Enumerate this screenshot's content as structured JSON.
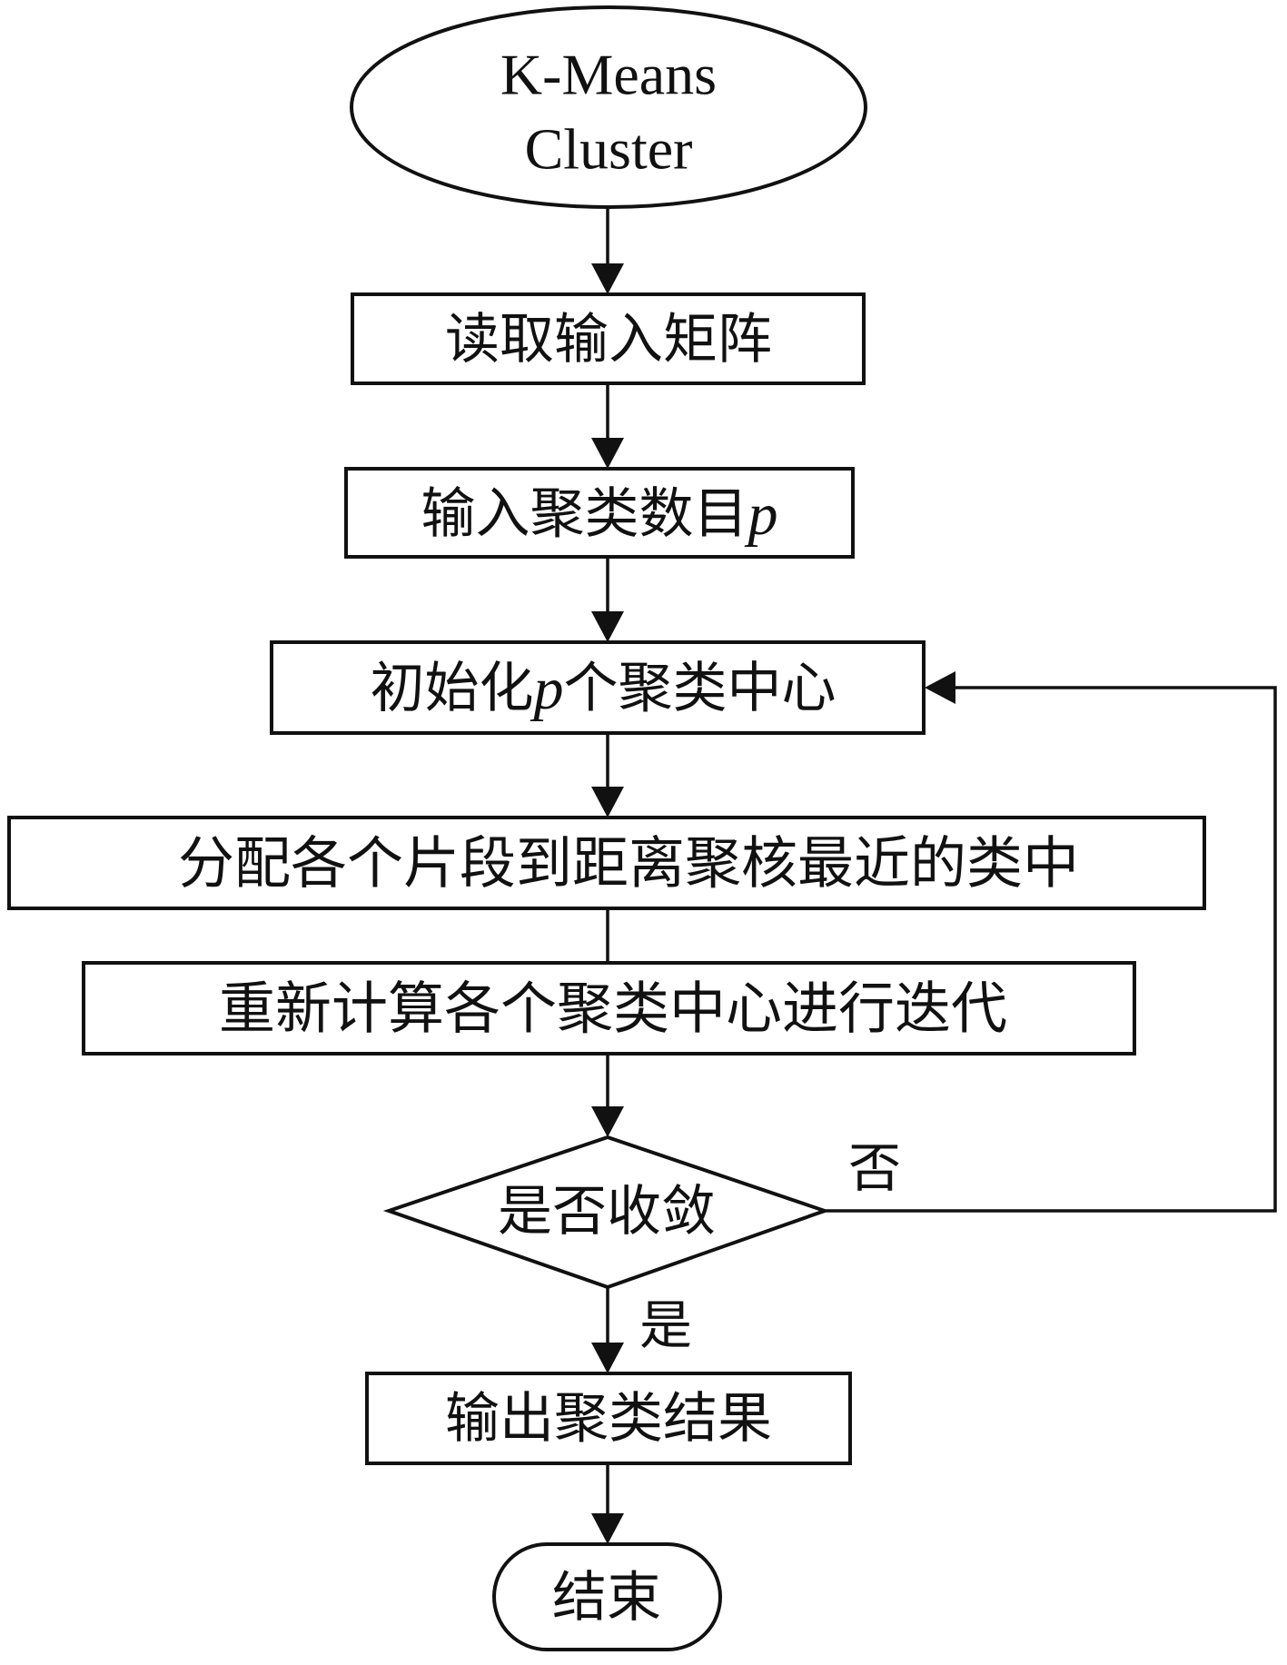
{
  "diagram": {
    "type": "flowchart",
    "title": "K-Means Cluster",
    "colors": {
      "stroke": "#111111",
      "fill": "#ffffff",
      "text": "#111111"
    },
    "nodes": {
      "start": {
        "shape": "ellipse",
        "line1": "K-Means",
        "line2": "Cluster"
      },
      "read_matrix": {
        "shape": "rectangle",
        "label": "读取输入矩阵"
      },
      "input_p": {
        "shape": "rectangle",
        "label_prefix": "输入聚类数目",
        "label_var": "p",
        "label_suffix": ""
      },
      "init_centers": {
        "shape": "rectangle",
        "label_prefix": "初始化",
        "label_var": "p",
        "label_suffix": "个聚类中心"
      },
      "assign": {
        "shape": "rectangle",
        "label": "分配各个片段到距离聚核最近的类中"
      },
      "recompute": {
        "shape": "rectangle",
        "label": "重新计算各个聚类中心进行迭代"
      },
      "converged": {
        "shape": "diamond",
        "label": "是否收敛"
      },
      "output": {
        "shape": "rectangle",
        "label": "输出聚类结果"
      },
      "end": {
        "shape": "terminal",
        "label": "结束"
      }
    },
    "edges": [
      {
        "from": "start",
        "to": "read_matrix",
        "label": ""
      },
      {
        "from": "read_matrix",
        "to": "input_p",
        "label": ""
      },
      {
        "from": "input_p",
        "to": "init_centers",
        "label": ""
      },
      {
        "from": "init_centers",
        "to": "assign",
        "label": ""
      },
      {
        "from": "assign",
        "to": "recompute",
        "label": ""
      },
      {
        "from": "recompute",
        "to": "converged",
        "label": ""
      },
      {
        "from": "converged",
        "to": "init_centers",
        "label": "否"
      },
      {
        "from": "converged",
        "to": "output",
        "label": "是"
      },
      {
        "from": "output",
        "to": "end",
        "label": ""
      }
    ],
    "edge_labels": {
      "no": "否",
      "yes": "是"
    }
  }
}
